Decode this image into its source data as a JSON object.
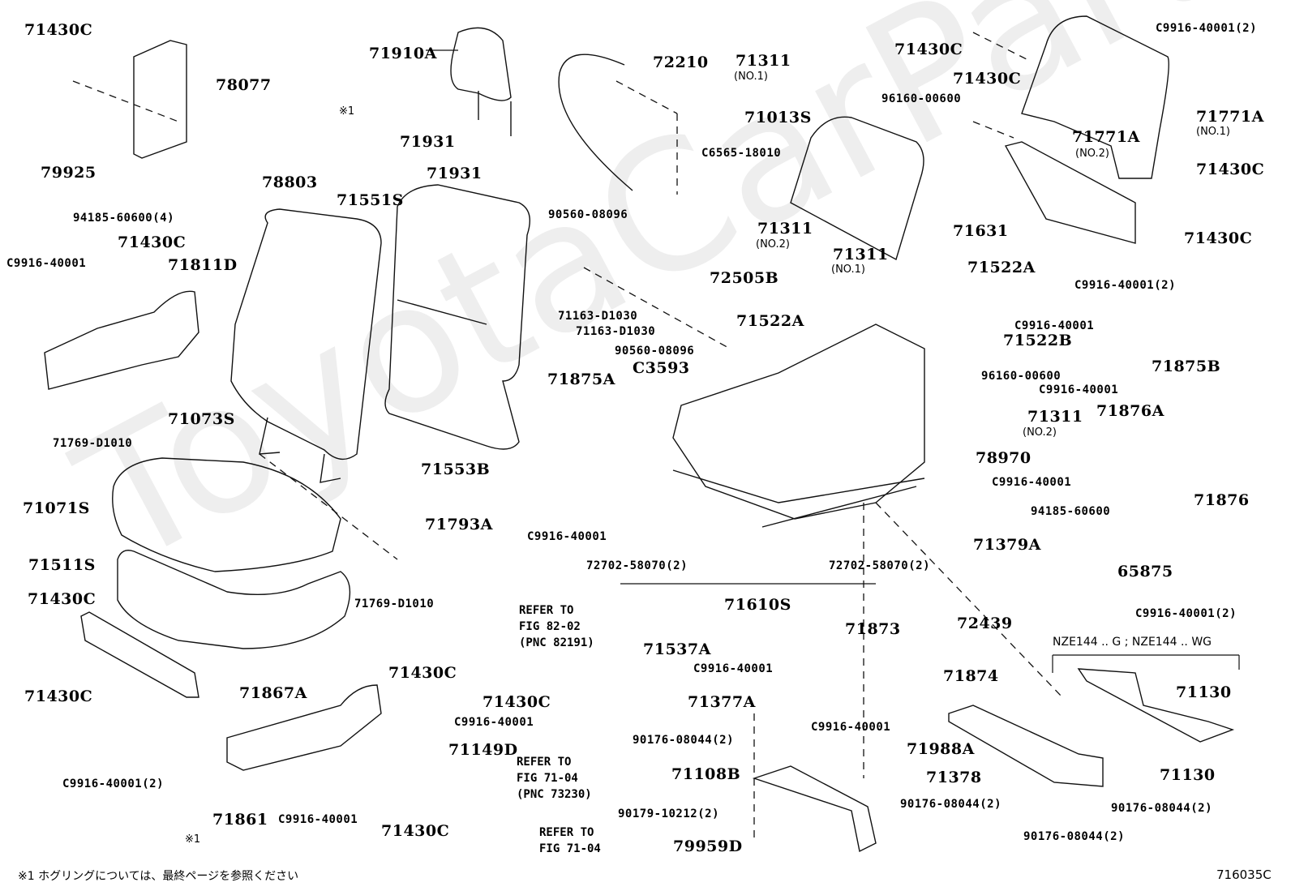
{
  "figure": {
    "code": "716035C",
    "watermark": "ToyotaCarParts",
    "variant_note": "NZE144 .. G ; NZE144 .. WG",
    "footnote": "※1  ホグリングについては、最終ページを参照ください",
    "footnote_mark": "※1"
  },
  "parts": [
    {
      "id": "p1",
      "number": "71430C"
    },
    {
      "id": "p2",
      "number": "78077"
    },
    {
      "id": "p3",
      "number": "79925"
    },
    {
      "id": "p4",
      "number": "78803"
    },
    {
      "id": "p5",
      "number": "94185-60600(4)"
    },
    {
      "id": "p6",
      "number": "71910A"
    },
    {
      "id": "p7",
      "number": "71931"
    },
    {
      "id": "p8",
      "number": "71931"
    },
    {
      "id": "p9",
      "number": "72210"
    },
    {
      "id": "p10",
      "number": "C6565-18010"
    },
    {
      "id": "p11",
      "number": "71311",
      "sub": "(NO.1)"
    },
    {
      "id": "p12",
      "number": "71013S"
    },
    {
      "id": "p13",
      "number": "71430C"
    },
    {
      "id": "p14",
      "number": "71430C"
    },
    {
      "id": "p15",
      "number": "96160-00600"
    },
    {
      "id": "p16",
      "number": "C9916-40001(2)"
    },
    {
      "id": "p17",
      "number": "71771A",
      "sub": "(NO.1)"
    },
    {
      "id": "p18",
      "number": "71771A",
      "sub": "(NO.2)"
    },
    {
      "id": "p19",
      "number": "71430C"
    },
    {
      "id": "p20",
      "number": "71430C"
    },
    {
      "id": "p21",
      "number": "71551S"
    },
    {
      "id": "p22",
      "number": "90560-08096"
    },
    {
      "id": "p23",
      "number": "71631"
    },
    {
      "id": "p24",
      "number": "71311",
      "sub": "(NO.2)"
    },
    {
      "id": "p25",
      "number": "71311",
      "sub": "(NO.1)"
    },
    {
      "id": "p26",
      "number": "72505B"
    },
    {
      "id": "p27",
      "number": "71522A"
    },
    {
      "id": "p28",
      "number": "C9916-40001(2)"
    },
    {
      "id": "p29",
      "number": "71430C"
    },
    {
      "id": "p30",
      "number": "71811D"
    },
    {
      "id": "p31",
      "number": "C9916-40001"
    },
    {
      "id": "p32",
      "number": "71163-D1030"
    },
    {
      "id": "p33",
      "number": "71163-D1030"
    },
    {
      "id": "p34",
      "number": "90560-08096"
    },
    {
      "id": "p35",
      "number": "71522A"
    },
    {
      "id": "p36",
      "number": "C9916-40001"
    },
    {
      "id": "p37",
      "number": "71522B"
    },
    {
      "id": "p38",
      "number": "71875B"
    },
    {
      "id": "p39",
      "number": "96160-00600"
    },
    {
      "id": "p40",
      "number": "C3593"
    },
    {
      "id": "p41",
      "number": "C9916-40001"
    },
    {
      "id": "p42",
      "number": "71876A"
    },
    {
      "id": "p43",
      "number": "71875A"
    },
    {
      "id": "p44",
      "number": "71073S"
    },
    {
      "id": "p45",
      "number": "71311",
      "sub": "(NO.2)"
    },
    {
      "id": "p46",
      "number": "71769-D1010"
    },
    {
      "id": "p47",
      "number": "71553B"
    },
    {
      "id": "p48",
      "number": "78970"
    },
    {
      "id": "p49",
      "number": "C9916-40001"
    },
    {
      "id": "p50",
      "number": "71876"
    },
    {
      "id": "p51",
      "number": "71071S"
    },
    {
      "id": "p52",
      "number": "94185-60600"
    },
    {
      "id": "p53",
      "number": "C9916-40001"
    },
    {
      "id": "p54",
      "number": "71793A"
    },
    {
      "id": "p55",
      "number": "71379A"
    },
    {
      "id": "p56",
      "number": "71511S"
    },
    {
      "id": "p57",
      "number": "72702-58070(2)"
    },
    {
      "id": "p58",
      "number": "72702-58070(2)"
    },
    {
      "id": "p59",
      "number": "65875"
    },
    {
      "id": "p60",
      "number": "71769-D1010"
    },
    {
      "id": "p61",
      "number": "71430C"
    },
    {
      "id": "p62",
      "number": "71610S"
    },
    {
      "id": "p63",
      "number": "C9916-40001(2)"
    },
    {
      "id": "p64",
      "number": "72439"
    },
    {
      "id": "p65",
      "number": "71537A"
    },
    {
      "id": "p66",
      "number": "71873"
    },
    {
      "id": "p67",
      "number": "71430C"
    },
    {
      "id": "p68",
      "number": "71867A"
    },
    {
      "id": "p69",
      "number": "71430C"
    },
    {
      "id": "p70",
      "number": "C9916-40001"
    },
    {
      "id": "p71",
      "number": "71874"
    },
    {
      "id": "p72",
      "number": "71130"
    },
    {
      "id": "p73",
      "number": "71430C"
    },
    {
      "id": "p74",
      "number": "71377A"
    },
    {
      "id": "p75",
      "number": "C9916-40001"
    },
    {
      "id": "p76",
      "number": "C9916-40001"
    },
    {
      "id": "p77",
      "number": "71149D"
    },
    {
      "id": "p78",
      "number": "90176-08044(2)"
    },
    {
      "id": "p79",
      "number": "71988A"
    },
    {
      "id": "p80",
      "number": "C9916-40001(2)"
    },
    {
      "id": "p81",
      "number": "71108B"
    },
    {
      "id": "p82",
      "number": "71378"
    },
    {
      "id": "p83",
      "number": "71130"
    },
    {
      "id": "p84",
      "number": "71861"
    },
    {
      "id": "p85",
      "number": "C9916-40001"
    },
    {
      "id": "p86",
      "number": "71430C"
    },
    {
      "id": "p87",
      "number": "90179-10212(2)"
    },
    {
      "id": "p88",
      "number": "90176-08044(2)"
    },
    {
      "id": "p89",
      "number": "90176-08044(2)"
    },
    {
      "id": "p90",
      "number": "79959D"
    },
    {
      "id": "p91",
      "number": "90176-08044(2)"
    }
  ],
  "references": [
    {
      "id": "r1",
      "text": "REFER TO\nFIG 82-02\n(PNC 82191)"
    },
    {
      "id": "r2",
      "text": "REFER TO\nFIG 71-04\n(PNC 73230)"
    },
    {
      "id": "r3",
      "text": "REFER TO\nFIG 71-04"
    }
  ],
  "marks": [
    {
      "id": "m1",
      "text": "※1"
    },
    {
      "id": "m2",
      "text": "※1"
    }
  ]
}
